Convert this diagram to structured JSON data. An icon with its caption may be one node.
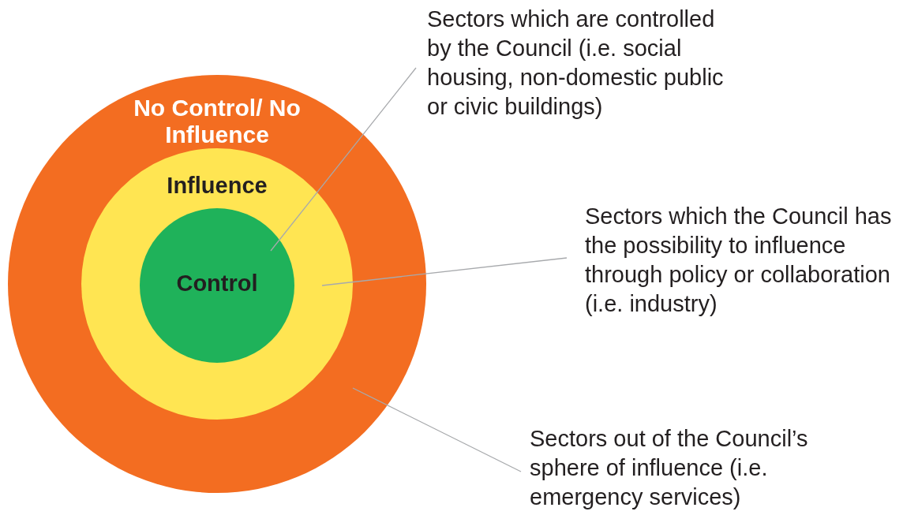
{
  "diagram": {
    "nodes": [
      {
        "text": [
          "No Control/ No Influence"
        ]
      },
      {
        "text": [
          "Influence"
        ],
        "in": 0
      },
      {
        "text": [
          "Control"
        ],
        "in": 1
      },
      {
        "text": [
          "Sectors which are controlled by the Council (i.e. social housing, non-domestic public or civic buildings)"
        ]
      },
      {
        "text": [
          "Sectors which the Council has the possibility to influence through policy or collaboration (i.e. industry)"
        ]
      },
      {
        "text": [
          "Sectors out of the Council’s sphere of influence (i.e. emergency services)"
        ]
      }
    ],
    "edges": [
      {
        "from": 3,
        "to": 2,
        "arrow": "none"
      },
      {
        "from": 4,
        "to": 1,
        "arrow": "none"
      },
      {
        "from": 5,
        "to": 0,
        "arrow": "none"
      }
    ]
  }
}
